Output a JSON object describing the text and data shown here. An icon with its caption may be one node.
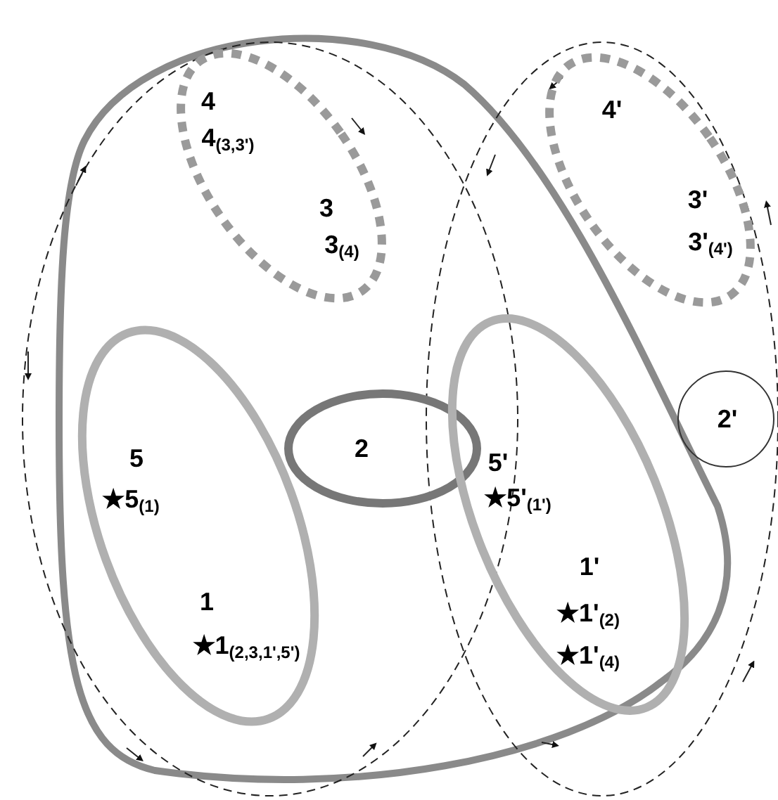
{
  "diagram": {
    "nodes": [
      {
        "text": [
          "4",
          "4$_{(3,3')}$",
          "3",
          "3$_{(4)}$"
        ]
      },
      {
        "text": [
          "5",
          "★5$_{(1)}$",
          "1",
          "★1$_{(2,3,1',5')}$"
        ]
      },
      {
        "text": [
          "2"
        ]
      },
      {
        "text": [
          "4'",
          "3'",
          "3'$_{(4')}$"
        ]
      },
      {
        "text": [
          "5'",
          "★5'$_{(1')}$",
          "1'",
          "★1'$_{(2)}$",
          "★1'$_{(4)}$"
        ]
      },
      {
        "text": [
          "2'"
        ]
      }
    ]
  }
}
